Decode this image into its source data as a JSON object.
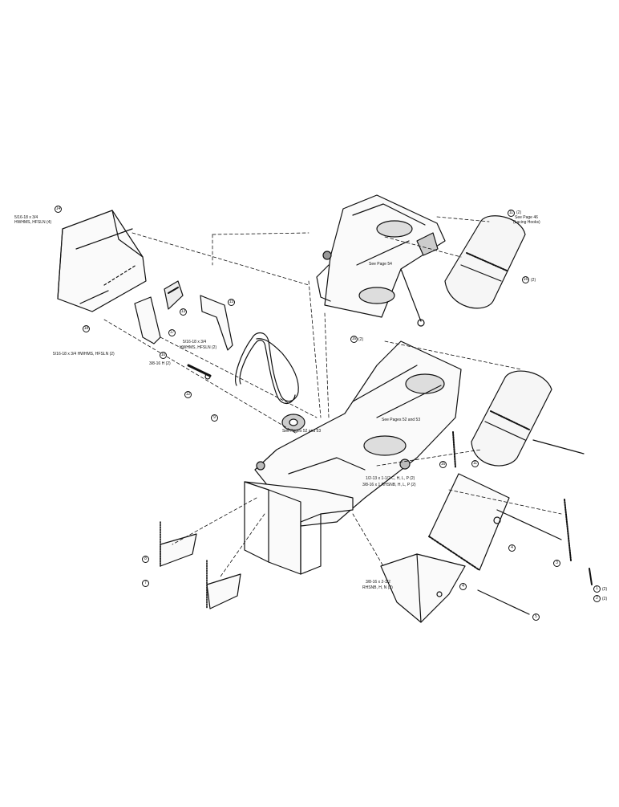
{
  "callouts": {
    "c14": "14",
    "c11a": "11",
    "c15": "15",
    "c17": "17",
    "c13": "13",
    "c10": "10",
    "c12": "12",
    "c9": "9",
    "c18": "18",
    "c16a": "16",
    "c11b": "11",
    "c16b": "16",
    "c16c": "16",
    "c8": "8",
    "c7": "7",
    "c3": "3",
    "c1": "1",
    "c2": "2",
    "c4a": "4",
    "c4b": "4",
    "c5": "5"
  },
  "labels": {
    "fastener_14_a": "5/16-18 x 3/4",
    "fastener_14_b": "HWHMS, HFSLN (4)",
    "fastener_15_a": "5/16-18 x 3/4",
    "fastener_15_b": "HWHMS, HFSLN (2)",
    "fastener_left": "5/16-18 x 3/4 HWHMS, HFSLN (2)",
    "fastener_left_b": "3/8-16 H (2)",
    "qty_16a": "(2)",
    "qty_11": "(2)",
    "see_page_46_a": "See Page 46",
    "see_page_46_b": "(Lacing Hooks)",
    "qty_16b": "(2)",
    "see_page_54": "See Page 54",
    "see_pages_52_53_a": "See Pages 52 and 53",
    "see_pages_52_53_b": "See Pages 52 and 53",
    "bolt_half": "1/2-13 x 1-1/2 C, H, L, P (2)",
    "bolt_38": "3/8-16 x 1 RHSNB, H, L, P (2)",
    "bolt_bottom_a": "3/8-16 x 2-1/2",
    "bolt_bottom_b": "RHSNB, H, N (2)",
    "qty_1": "(2)",
    "qty_2": "(2)"
  }
}
